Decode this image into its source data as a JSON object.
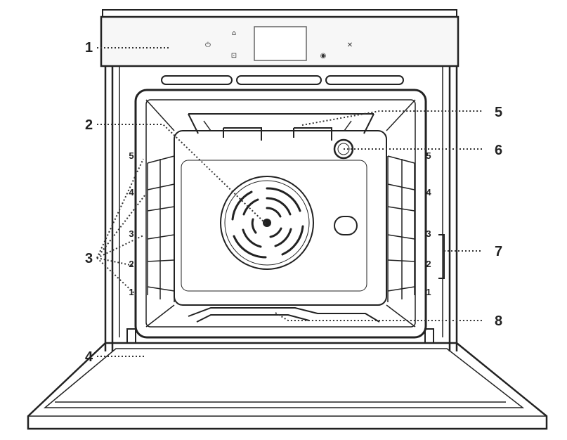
{
  "callouts": {
    "c1": "1",
    "c2": "2",
    "c3": "3",
    "c4": "4",
    "c5": "5",
    "c6": "6",
    "c7": "7",
    "c8": "8"
  },
  "shelf_levels": {
    "left": [
      "5",
      "4",
      "3",
      "2",
      "1"
    ],
    "right": [
      "5",
      "4",
      "3",
      "2",
      "1"
    ]
  },
  "control_panel": {
    "power_icon": "⏻",
    "home_icon": "⌂",
    "bookmark_icon": "⊡",
    "info_icon": "◉",
    "cancel_icon": "✕"
  },
  "colors": {
    "line": "#222222",
    "panel": "#f7f7f7",
    "background": "#ffffff"
  }
}
